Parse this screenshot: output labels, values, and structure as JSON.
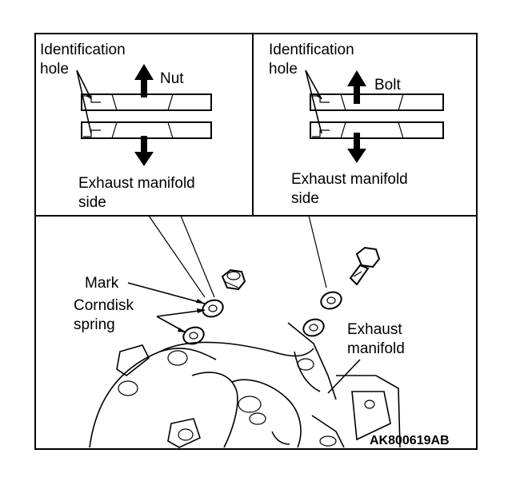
{
  "left_detail": {
    "identification_hole_line1": "Identification",
    "identification_hole_line2": "hole",
    "fastener_label": "Nut",
    "exhaust_side_line1": "Exhaust manifold",
    "exhaust_side_line2": "side"
  },
  "right_detail": {
    "identification_hole_line1": "Identification",
    "identification_hole_line2": "hole",
    "fastener_label": "Bolt",
    "exhaust_side_line1": "Exhaust manifold",
    "exhaust_side_line2": "side"
  },
  "main_view": {
    "mark_label": "Mark",
    "corndisk_line1": "Corndisk",
    "corndisk_line2": "spring",
    "exhaust_manifold_line1": "Exhaust",
    "exhaust_manifold_line2": "manifold",
    "figure_code": "AK800619AB"
  }
}
